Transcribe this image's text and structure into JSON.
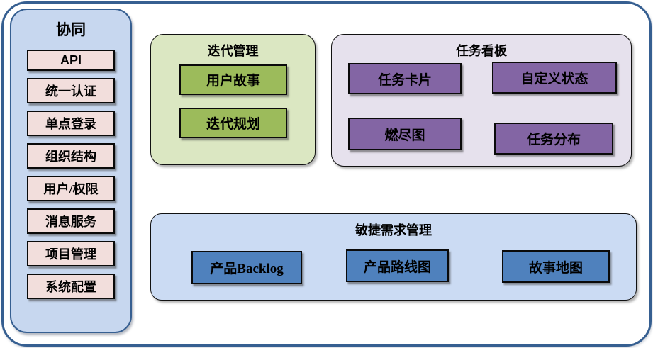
{
  "palette": {
    "frame_border": "#365F91",
    "sidebar_bg": "#C7D7EF",
    "sidebar_item_bg": "#F2DEDC",
    "iteration_bg": "#DBE7C2",
    "iteration_item_bg": "#9CBB5B",
    "taskboard_bg": "#E6E1ED",
    "taskboard_item_bg": "#8365A4",
    "agile_bg": "#CBDBF3",
    "agile_item_bg": "#4F81BD",
    "node_border": "#0A0A0A"
  },
  "sidebar": {
    "title": "协同",
    "items": [
      "API",
      "统一认证",
      "单点登录",
      "组织结构",
      "用户/权限",
      "消息服务",
      "项目管理",
      "系统配置"
    ]
  },
  "iteration": {
    "title": "迭代管理",
    "items": [
      "用户故事",
      "迭代规划"
    ]
  },
  "taskboard": {
    "title": "任务看板",
    "items": [
      "任务卡片",
      "自定义状态",
      "燃尽图",
      "任务分布"
    ]
  },
  "agile": {
    "title": "敏捷需求管理",
    "items": [
      "产品Backlog",
      "产品路线图",
      "故事地图"
    ]
  }
}
